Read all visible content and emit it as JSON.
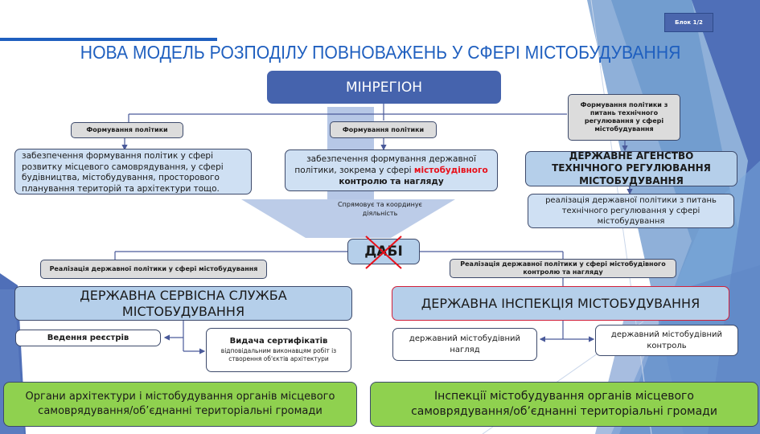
{
  "slide": {
    "block_label": "Блок 1/2",
    "title": "НОВА МОДЕЛЬ РОЗПОДІЛУ ПОВНОВАЖЕНЬ У СФЕРІ МІСТОБУДУВАННЯ"
  },
  "colors": {
    "title": "#1f5fbf",
    "ministry": "#4563ad",
    "agency_fill": "#b5cfea",
    "label_fill": "#dcdcdc",
    "local_fill": "#8fd14f",
    "highlight_red": "#e8101a",
    "connector": "#4a5a9a"
  },
  "ministry": {
    "label": "МІНРЕГІОН"
  },
  "branches": {
    "left": {
      "tag": "Формування політики",
      "desc": "забезпечення формування політик у сфері розвитку місцевого самоврядування, у сфері будівництва, містобудування, просторового планування територій та архітектури тощо."
    },
    "center": {
      "tag": "Формування політики",
      "desc_prefix": "забезпечення формування державної політики, зокрема у сфері ",
      "desc_highlight": "містобудівного",
      "desc_suffix": "контролю та нагляду"
    },
    "right": {
      "tag": "Формування політики з питань технічного регулювання у сфері містобудування",
      "agency": "ДЕРЖАВНЕ АГЕНСТВО ТЕХНІЧНОГО РЕГУЛЮВАННЯ МІСТОБУДУВАННЯ",
      "desc": "реалізація державної політики з питань технічного регулювання у сфері містобудування"
    }
  },
  "arrow_caption": "Спрямовує та координує діяльність",
  "dabi": {
    "label": "ДАБІ",
    "status": "crossed-out"
  },
  "service": {
    "tag": "Реалізація державної політики у сфері містобудування",
    "name": "ДЕРЖАВНА СЕРВІСНА СЛУЖБА МІСТОБУДУВАННЯ",
    "functions": [
      {
        "title": "Ведення реєстрів",
        "subtitle": ""
      },
      {
        "title": "Видача сертифікатів",
        "subtitle": "відповідальним виконавцям робіт із створення об'єктів архітектури"
      }
    ]
  },
  "inspection": {
    "tag": "Реалізація державної політики у сфері містобудівного контролю та нагляду",
    "name": "ДЕРЖАВНА ІНСПЕКЦІЯ МІСТОБУДУВАННЯ",
    "functions": [
      {
        "title": "державний містобудівний нагляд"
      },
      {
        "title": "державний містобудівний контроль"
      }
    ]
  },
  "local": {
    "left": "Органи архітектури і містобудування органів місцевого самоврядування/об’єднанні територіальні громади",
    "right": "Інспекції містобудування органів місцевого самоврядування/об’єднанні територіальні громади"
  }
}
